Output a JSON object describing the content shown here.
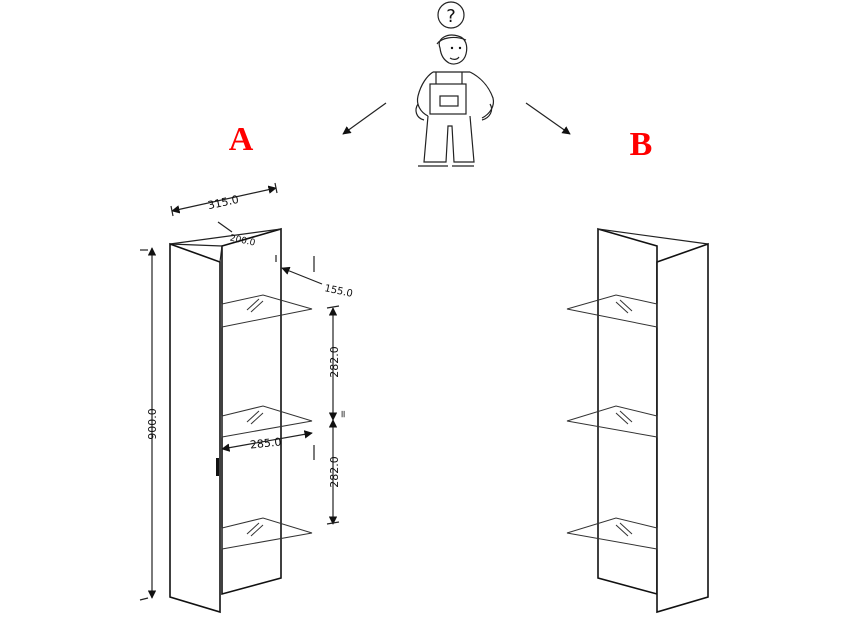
{
  "options": {
    "a": {
      "label": "A"
    },
    "b": {
      "label": "B"
    }
  },
  "question_mark": "?",
  "dimensions": {
    "depth_total": "315.0",
    "depth_panel": "200.0",
    "shelf_inset": "155.0",
    "shelf_spacing_upper": "282.0",
    "shelf_spacing_lower": "282.0",
    "equal_mark": "=",
    "height_total": "900.0",
    "shelf_width": "285.0"
  },
  "colors": {
    "option_label": "#ff0000",
    "line": "#222222",
    "background": "#ffffff"
  }
}
